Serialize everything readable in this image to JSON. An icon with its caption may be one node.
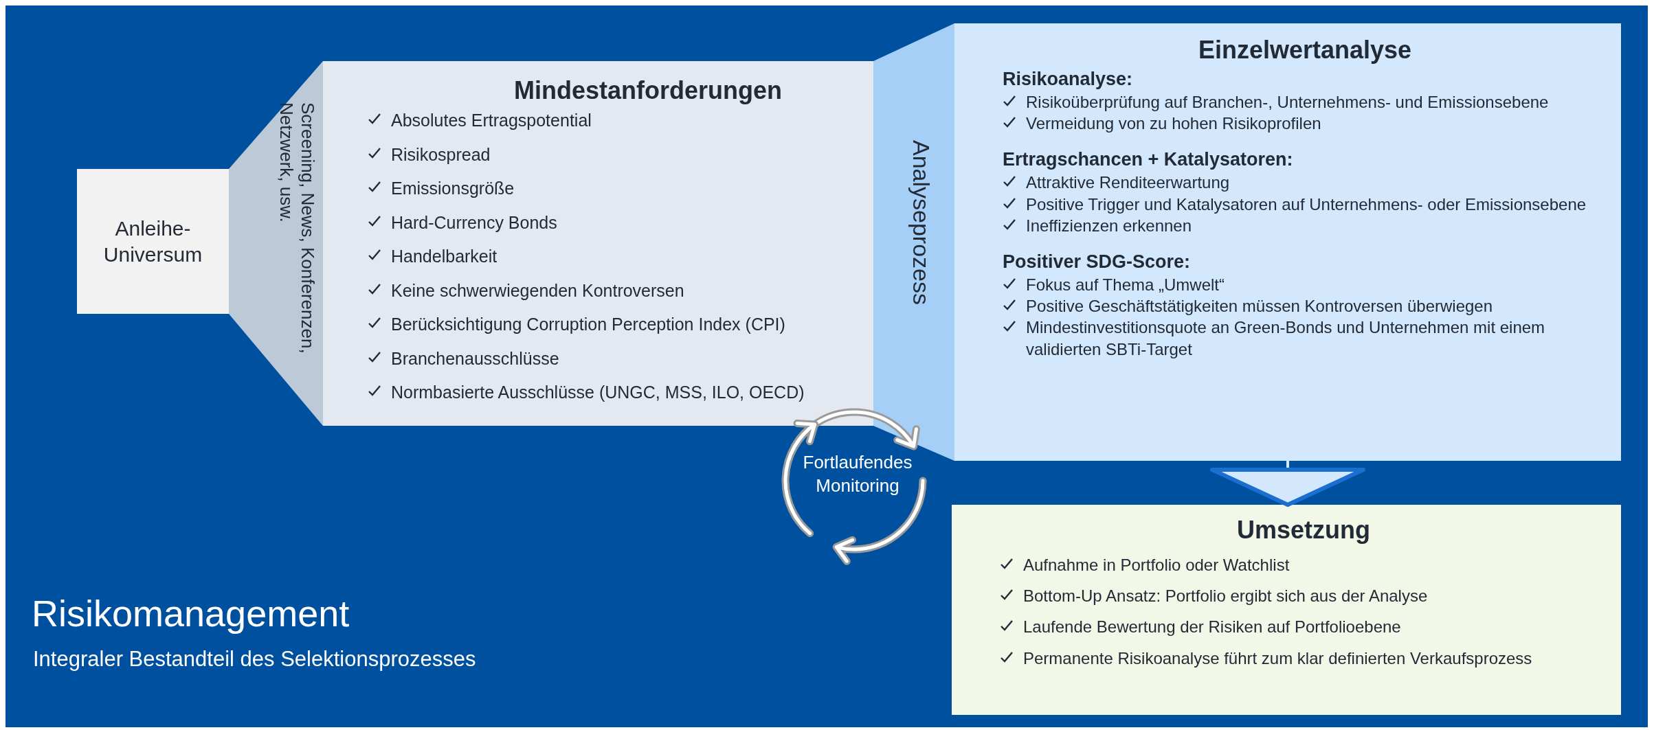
{
  "diagram": {
    "title": "Risikomanagement",
    "caption": "Integraler Bestandteil des Selektionsprozesses",
    "nodes": [
      {
        "text": [
          "Anleihe-Universum"
        ]
      },
      {
        "text": [
          "Screening, News, Konferenzen, Netzwerk, usw."
        ]
      },
      {
        "text": [
          "Mindestanforderungen",
          "Absolutes Ertragspotential",
          "Risikospread",
          "Emissionsgröße",
          "Hard-Currency Bonds",
          "Handelbarkeit",
          "Keine schwerwiegenden Kontroversen",
          "Berücksichtigung Corruption Perception Index (CPI)",
          "Branchenausschlüsse",
          "Normbasierte Ausschlüsse (UNGC, MSS, ILO, OECD)"
        ]
      },
      {
        "text": [
          "Analyseprozess"
        ]
      },
      {
        "text": [
          "Einzelwertanalyse",
          "Risikoanalyse:",
          "Risikoüberprüfung auf Branchen-, Unternehmens- und Emissionsebene",
          "Vermeidung von zu hohen Risikoprofilen",
          "Ertragschancen + Katalysatoren:",
          "Attraktive Renditeerwartung",
          "Positive Trigger und Katalysatoren auf Unternehmens- oder Emissionsebene",
          "Ineffizienzen erkennen",
          "Positiver SDG-Score:",
          "Fokus auf Thema „Umwelt“",
          "Positive Geschäftstätigkeiten müssen Kontroversen überwiegen",
          "Mindestinvestitionsquote an Green-Bonds und Unternehmen mit einem validierten SBTi-Target"
        ]
      },
      {
        "text": [
          "Umsetzung",
          "Aufnahme in Portfolio oder Watchlist",
          "Bottom-Up Ansatz: Portfolio ergibt sich aus der Analyse",
          "Laufende Bewertung der Risiken auf Portfolioebene",
          "Permanente Risikoanalyse führt zum klar definierten Verkaufsprozess"
        ]
      },
      {
        "text": [
          "Fortlaufendes Monitoring"
        ]
      }
    ],
    "edges": [
      {
        "from": 4,
        "to": 5,
        "arrow": "to"
      }
    ]
  }
}
